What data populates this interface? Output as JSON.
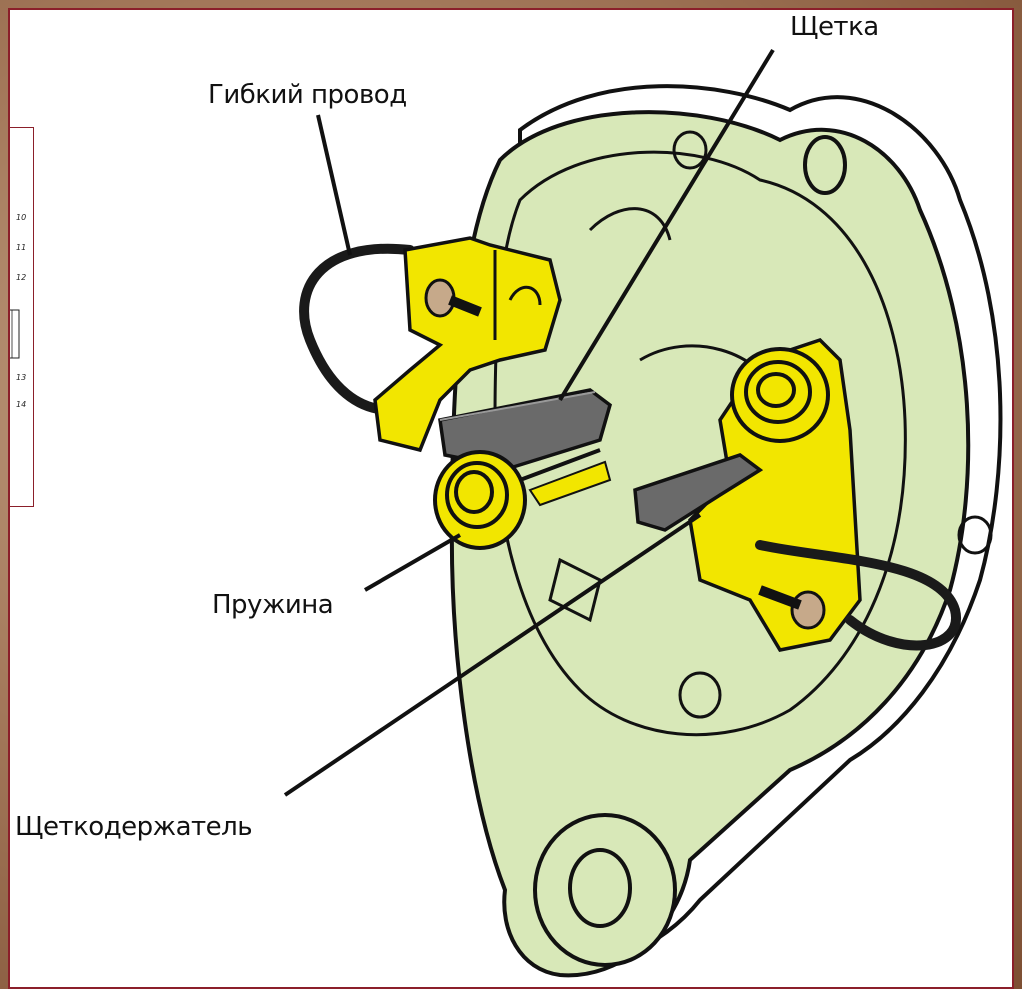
{
  "slide": {
    "title": ""
  },
  "inset": {
    "numbers": [
      "10",
      "11",
      "12",
      "13",
      "14"
    ]
  },
  "labels": {
    "brush": "Щетка",
    "flexible_wire": "Гибкий провод",
    "spring": "Пружина",
    "brush_holder": "Щеткодержатель"
  },
  "colors": {
    "housing": "#d8e8b8",
    "holder": "#f2e600",
    "brush": "#6a6a6a",
    "frame": "#8b1f2a",
    "wire": "#1a1a1a"
  },
  "icons": {
    "diagram": "alternator-brush-assembly"
  }
}
